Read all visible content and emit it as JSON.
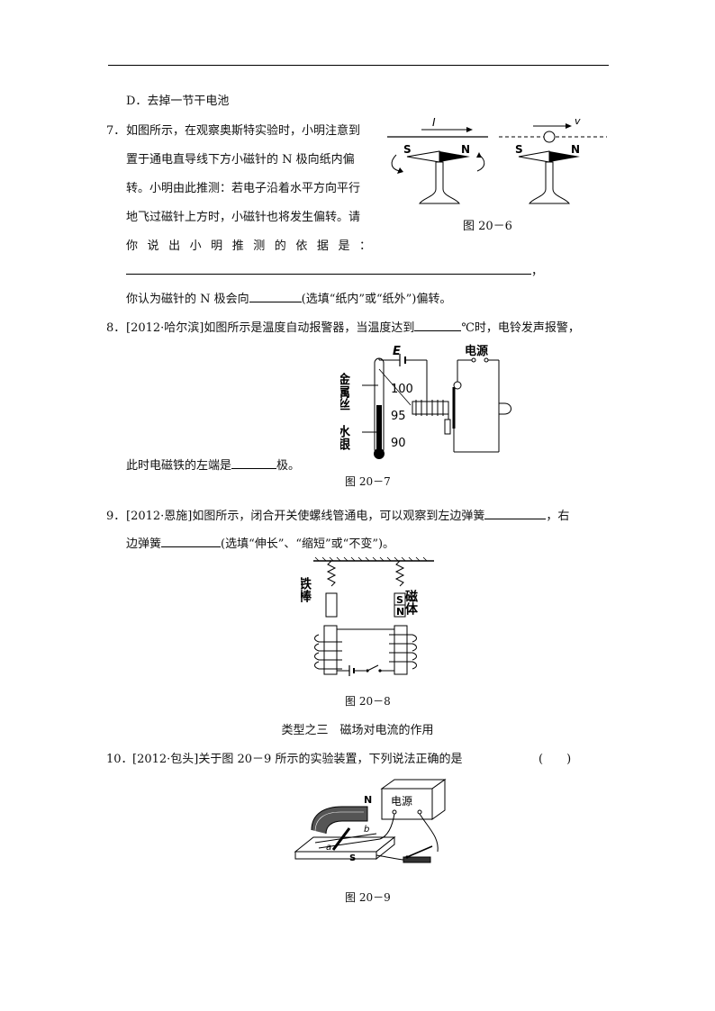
{
  "option_d": "D．去掉一节干电池",
  "q7": {
    "number": "7．",
    "lines": [
      "如图所示，在观察奥斯特实验时，小明注意到",
      "置于通电直导线下方小磁针的 N 极向纸内偏",
      "转。小明由此推测：若电子沿着水平方向平行",
      "地飞过磁针上方时，小磁针也将发生偏转。请",
      "你说出小明推测的依据是："
    ],
    "blank_end": "，",
    "last_pre": "你认为磁针的 N 极会向",
    "last_post": "(选填“纸内”或“纸外”)偏转。",
    "figure": {
      "current_label": "I",
      "velocity_label": "v",
      "s_label": "S",
      "n_label": "N",
      "caption": "图 20－6"
    }
  },
  "q8": {
    "number": "8．",
    "pre": "[2012·哈尔滨]如图所示是温度自动报警器，当温度达到",
    "post": "℃时，电铃发声报警，",
    "line2_pre": "此时电磁铁的左端是",
    "line2_post": "极。",
    "figure": {
      "e_label": "E",
      "power_label": "电源",
      "wire_label": "金属丝",
      "mercury_label": "水银",
      "t100": "100",
      "t95": "95",
      "t90": "90",
      "caption": "图 20－7"
    }
  },
  "q9": {
    "number": "9．",
    "pre": "[2012·恩施]如图所示，闭合开关使螺线管通电，可以观察到左边弹簧",
    "post": "，右",
    "line2_pre": "边弹簧",
    "line2_post": "(选填“伸长”、“缩短”或“不变”)。",
    "figure": {
      "iron_label": "铁棒",
      "magnet_label": "磁体",
      "s_label": "S",
      "n_label": "N",
      "caption": "图 20－8"
    }
  },
  "section_heading": "类型之三　磁场对电流的作用",
  "q10": {
    "number": "10．",
    "text": "[2012·包头]关于图 20－9 所示的实验装置，下列说法正确的是",
    "paren": "(　　)",
    "figure": {
      "power_label": "电源",
      "n_label": "N",
      "s_label": "S",
      "a_label": "a",
      "b_label": "b",
      "caption": "图 20－9"
    }
  }
}
